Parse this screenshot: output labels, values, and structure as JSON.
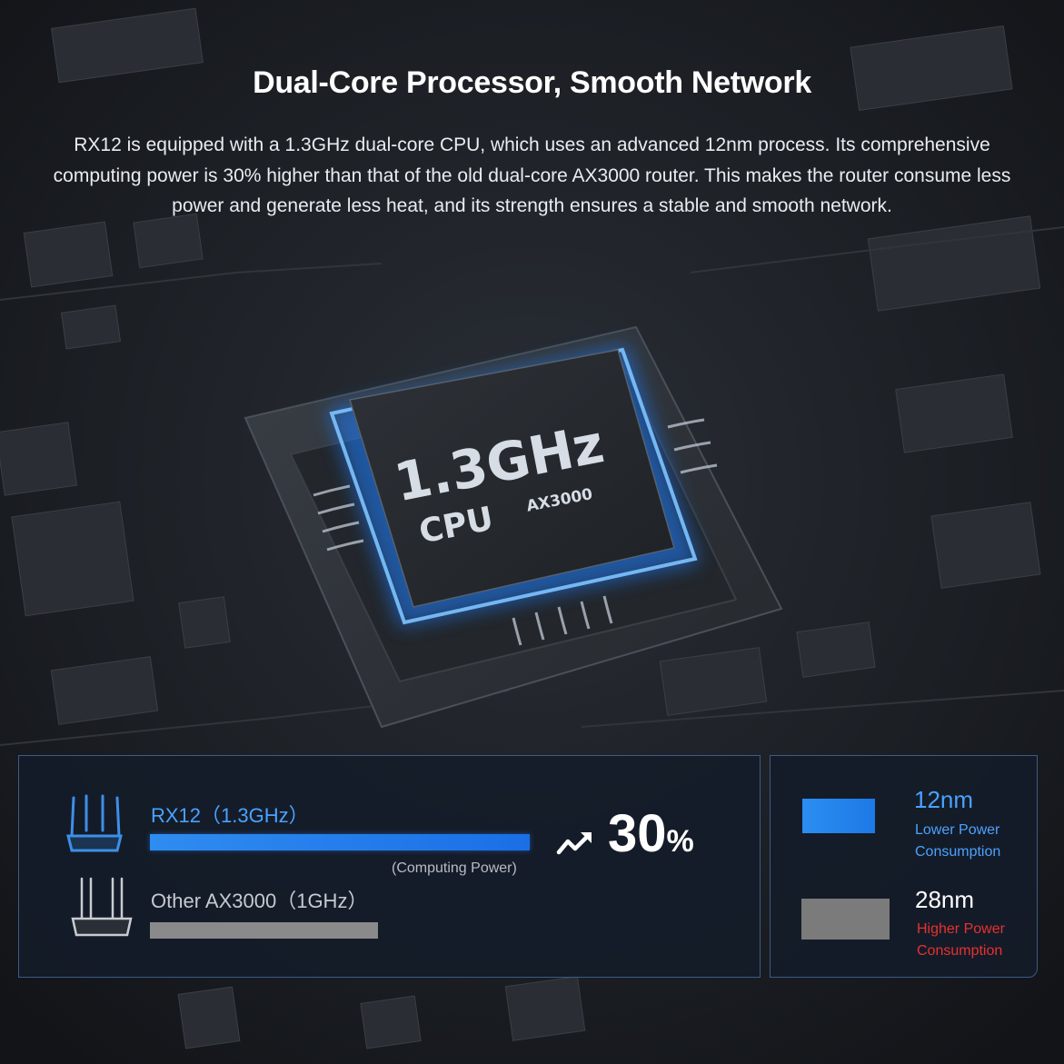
{
  "heading": "Dual-Core Processor, Smooth Network",
  "description": "RX12 is equipped with a 1.3GHz dual-core CPU, which uses an advanced 12nm process. Its comprehensive computing power is 30% higher than that of the old dual-core AX3000 router. This makes the router consume less power and generate less heat, and its strength ensures a stable and smooth network.",
  "chip": {
    "freq": "1.3GHz",
    "cpu": "CPU",
    "model": "AX3000"
  },
  "comparison": {
    "rx12_label": "RX12（1.3GHz）",
    "other_label": "Other AX3000（1GHz）",
    "metric_label": "(Computing Power)",
    "rx12_value": 1.3,
    "other_value": 0.78,
    "increase": "30",
    "increase_unit": "%"
  },
  "process": {
    "new_nm": "12nm",
    "new_desc_1": "Lower Power",
    "new_desc_2": "Consumption",
    "old_nm": "28nm",
    "old_desc_1": "Higher Power",
    "old_desc_2": "Consumption"
  },
  "colors": {
    "accent_blue": "#2f8cf0",
    "label_blue": "#4aa2ff",
    "warn_red": "#e8312f",
    "bar_gray": "#8a8a8a"
  },
  "icons": [
    "router-icon",
    "trend-up-arrow-icon"
  ]
}
